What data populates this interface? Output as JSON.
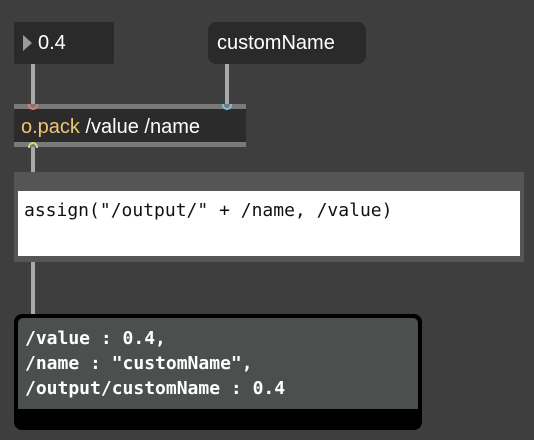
{
  "number_box": {
    "value": "0.4"
  },
  "message_box": {
    "value": "customName"
  },
  "pack_object": {
    "class_name": "o.pack",
    "arguments": "/value /name"
  },
  "codebox": {
    "expression": "assign(\"/output/\" + /name, /value)"
  },
  "display": {
    "lines": [
      "/value : 0.4,",
      "/name : \"customName\",",
      "/output/customName : 0.4"
    ]
  },
  "colors": {
    "canvas": "#3e3e3e",
    "object_bg": "#2a2a2a",
    "class_name": "#f0c477",
    "cord": "#a9a9a9",
    "inlet_left": "#e07a7a",
    "inlet_right": "#7ac0e0",
    "outlet": "#d6d67a"
  }
}
